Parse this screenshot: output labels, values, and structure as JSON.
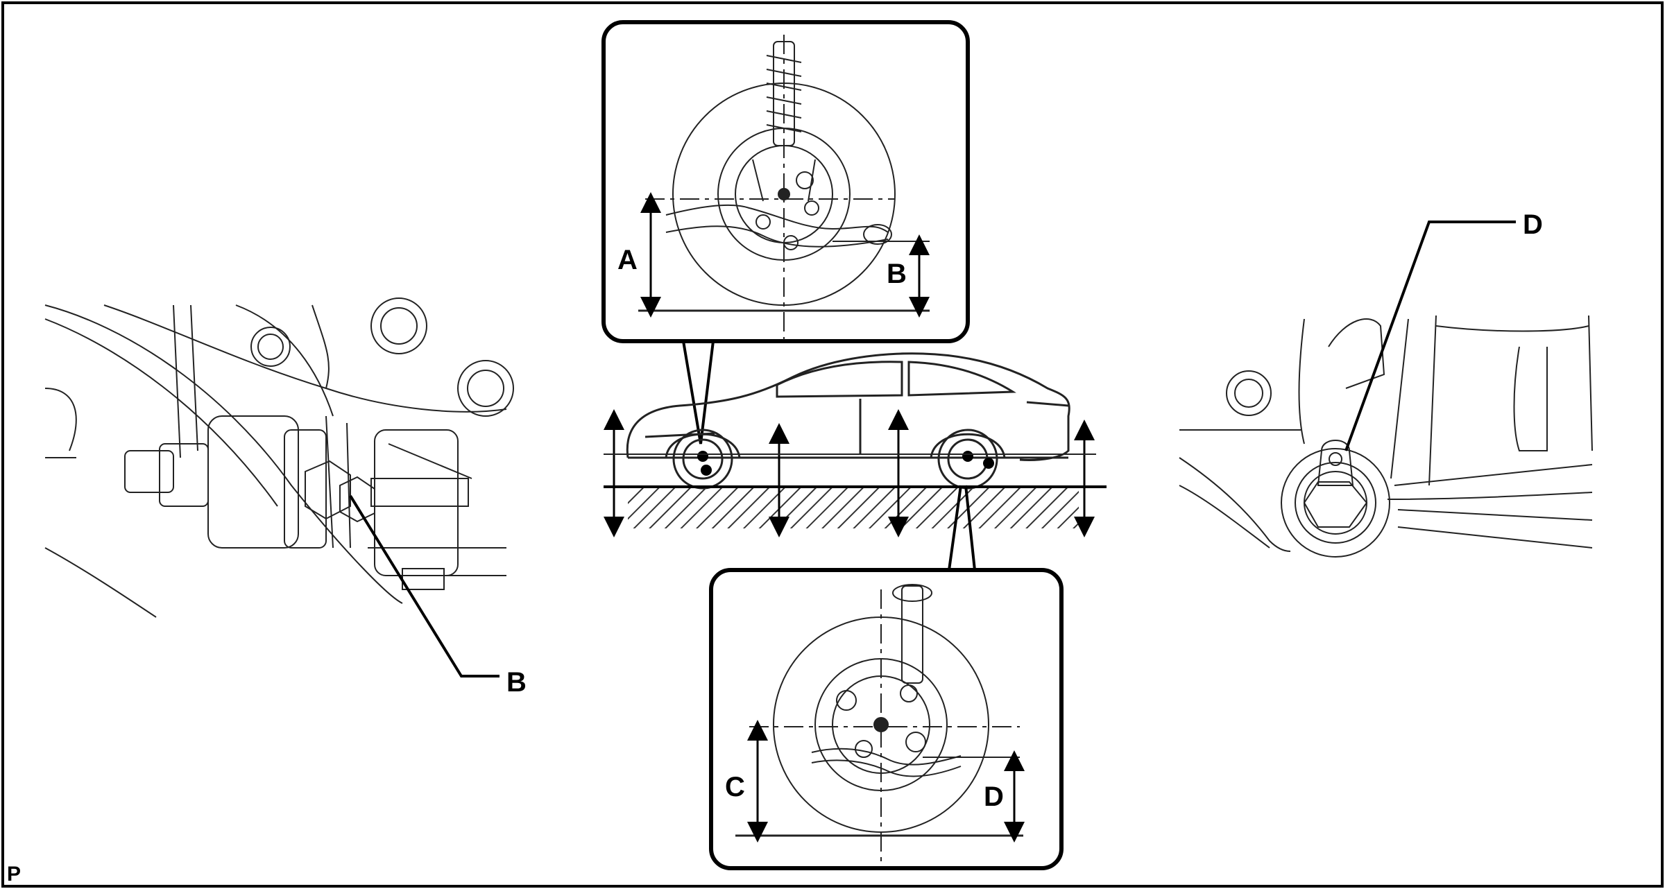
{
  "figure": {
    "corner_code": "P",
    "callouts": {
      "A": "A",
      "B": "B",
      "C": "C",
      "D": "D",
      "left_detail": "B",
      "right_detail": "D"
    }
  },
  "colors": {
    "line": "#222222",
    "background": "#ffffff",
    "hatch": "#333333"
  }
}
